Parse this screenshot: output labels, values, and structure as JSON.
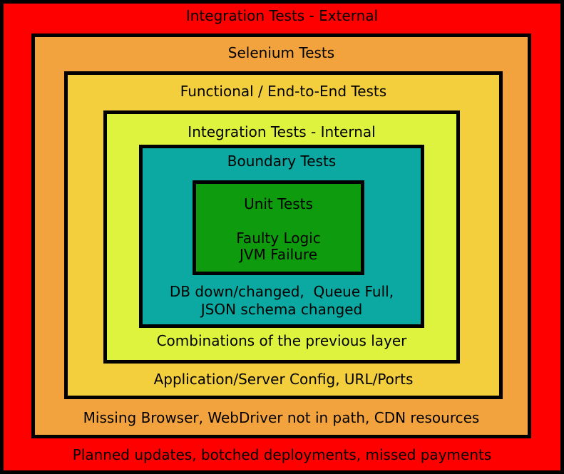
{
  "diagram": {
    "border_color": "#000000",
    "text_color": "#000000",
    "layers": {
      "external": {
        "top_label": "Integration Tests - External",
        "bottom_label": "Planned updates, botched deployments, missed payments",
        "color": "#ff0000"
      },
      "selenium": {
        "top_label": "Selenium Tests",
        "bottom_label": "Missing Browser, WebDriver not in path, CDN resources",
        "color": "#f3a33e"
      },
      "functional": {
        "top_label": "Functional / End-to-End Tests",
        "bottom_label": "Application/Server Config, URL/Ports",
        "color": "#f4cf3d"
      },
      "internal": {
        "top_label": "Integration Tests - Internal",
        "bottom_label": "Combinations of the previous layer",
        "color": "#def33d"
      },
      "boundary": {
        "top_label": "Boundary Tests",
        "bottom_label_line1": "DB down/changed,  Queue Full,",
        "bottom_label_line2": "JSON schema changed",
        "color": "#0ba9a1"
      },
      "unit": {
        "top_label": "Unit Tests",
        "body_line1": "Faulty Logic",
        "body_line2": "JVM Failure",
        "color": "#0e9b0e"
      }
    }
  }
}
